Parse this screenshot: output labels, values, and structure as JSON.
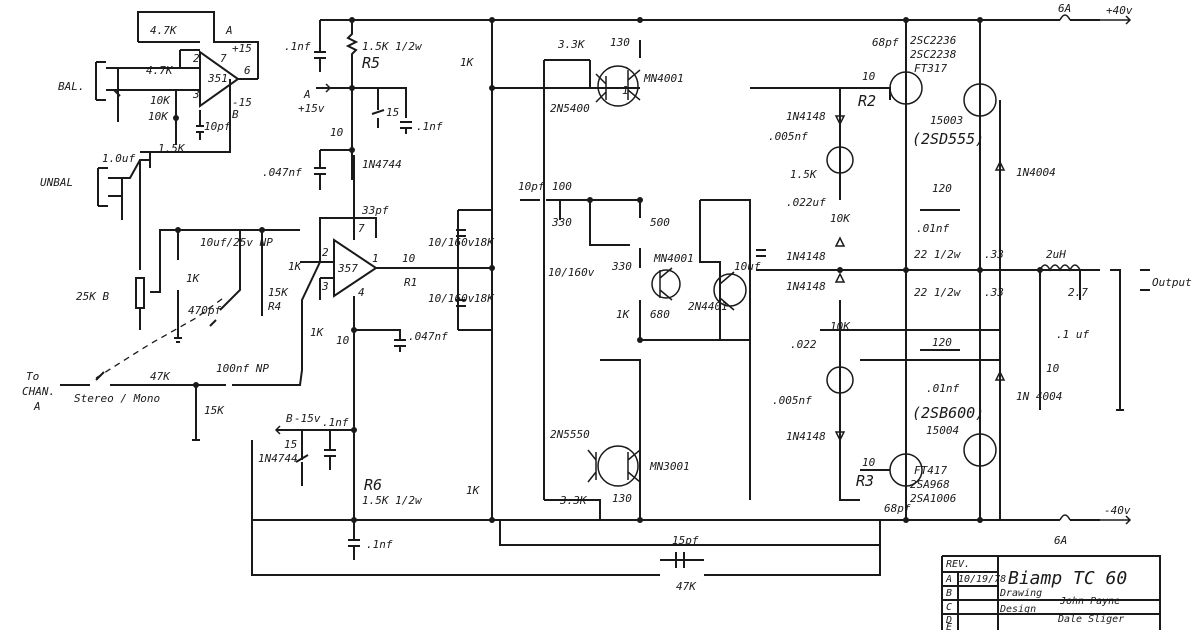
{
  "schematic": {
    "inputs": {
      "bal": "BAL.",
      "unbal": "UNBAL",
      "to_chan": "To",
      "chan": "CHAN.",
      "chan_a": "A",
      "stereo_mono": "Stereo / Mono"
    },
    "opamps": {
      "u1": "351",
      "u2": "357"
    },
    "opamp_pins": {
      "p2": "2",
      "p3": "3",
      "p6": "6",
      "p7": "7",
      "p4": "4",
      "p1": "1",
      "plus15": "+15",
      "minus15": "-15",
      "a": "A",
      "b": "B"
    },
    "input_stage": {
      "r47k_fb": "4.7K",
      "r47k": "4.7K",
      "r10k_a": "10K",
      "r10k_b": "10K",
      "r15k": "1.5K",
      "c10pf": "10pf",
      "c1uf": "1.0uf",
      "pot": "25K B",
      "r1k": "1K",
      "c10uf": "10uf/25v NP",
      "c470pf": "470pf",
      "r1k_b": "1K",
      "r15k_r4": "15K",
      "r4": "R4",
      "r1k_fb": "1K",
      "r47k_in": "47K",
      "c100nf": "100nf NP",
      "r15k_gnd": "15K"
    },
    "supply_a": {
      "c1nf": ".1nf",
      "r5": "1.5K 1/2w",
      "r5_name": "R5",
      "a": "A",
      "plus15": "+15v",
      "zener": "15",
      "c1nf_b": ".1nf",
      "r10": "10",
      "c047": ".047nf",
      "in4744": "1N4744",
      "c33pf": "33pf",
      "r10_out": "10",
      "r1": "R1"
    },
    "supply_b": {
      "b": "B",
      "minus15": "-15v",
      "c1nf": ".1nf",
      "zener": "15",
      "in4744": "1N4744",
      "c047": ".047nf",
      "r10": "10",
      "r6": "R6",
      "r6_val": "1.5K 1/2w",
      "c1nf_b": ".1nf"
    },
    "driver": {
      "r1k_top": "1K",
      "c10uf_a": "10/160v",
      "c10uf_b": "10/160v",
      "r18k_a": "18K",
      "r18k_b": "18K",
      "r1k_bot": "1K",
      "c10pf": "10pf",
      "r100": "100",
      "r330a": "330",
      "r500": "500",
      "c10uf_c": "10/160v",
      "r330b": "330",
      "r1k_mid": "1K",
      "r680": "680",
      "q_mn4001": "MN4001",
      "q_2n4401": "2N4401",
      "c10uf_d": "10uf"
    },
    "vas_top": {
      "r33k": "3.3K",
      "r130": "130",
      "q_2n5400": "2N5400",
      "q_mn4001": "MN4001",
      "pin1": "1"
    },
    "vas_bot": {
      "q_2n5550": "2N5550",
      "q_mn3001": "MN3001",
      "r33k": "3.3K",
      "r130": "130"
    },
    "feedback": {
      "c15pf": "15pf",
      "r47k": "47K"
    },
    "output_top": {
      "c68pf": "68pf",
      "q_2sc2236": "2SC2236",
      "q_2sc2238": "2SC2238",
      "q_ft317": "FT317",
      "r10": "10",
      "r2": "R2",
      "q_15003": "15003",
      "q_2sd555": "(2SD555)",
      "in4148": "1N4148",
      "c005": ".005nf",
      "r15k": "1.5K",
      "c022": ".022uf",
      "r10k": "10K",
      "d_in4004": "1N4004",
      "r120": "120",
      "c01": ".01nf",
      "r22": "22 1/2w",
      "r33": ".33"
    },
    "output_bot": {
      "in4148_a": "1N4148",
      "in4148_b": "1N4148",
      "c022": ".022",
      "r10k": "10K",
      "c005": ".005nf",
      "in4148_c": "1N4148",
      "r22": "22 1/2w",
      "r33": ".33",
      "r120": "120",
      "c01": ".01nf",
      "d_in4004": "1N 4004",
      "q_2sb600": "(2SB600)",
      "q_15004": "15004",
      "r10": "10",
      "r3": "R3",
      "q_ft417": "FT417",
      "q_2sa968": "2SA968",
      "q_2sa1006": "2SA1006",
      "c68pf": "68pf"
    },
    "output_net": {
      "l2uh": "2uH",
      "r27": "2.7",
      "c1uf": ".1 uf",
      "r10": "10",
      "output": "Output"
    },
    "rails": {
      "fuse_top": "6A",
      "v_pos": "+40v",
      "fuse_bot": "6A",
      "v_neg": "-40v"
    }
  },
  "title_block": {
    "rev_header": "REV.",
    "rev_a": "A",
    "rev_a_date": "10/19/78",
    "rev_b": "B",
    "rev_c": "C",
    "rev_d": "D",
    "rev_e": "E",
    "title": "Biamp TC 60",
    "drawing_label": "Drawing",
    "drawing_name": "John Payne",
    "design_label": "Design",
    "design_name": "Dale Sliger"
  }
}
